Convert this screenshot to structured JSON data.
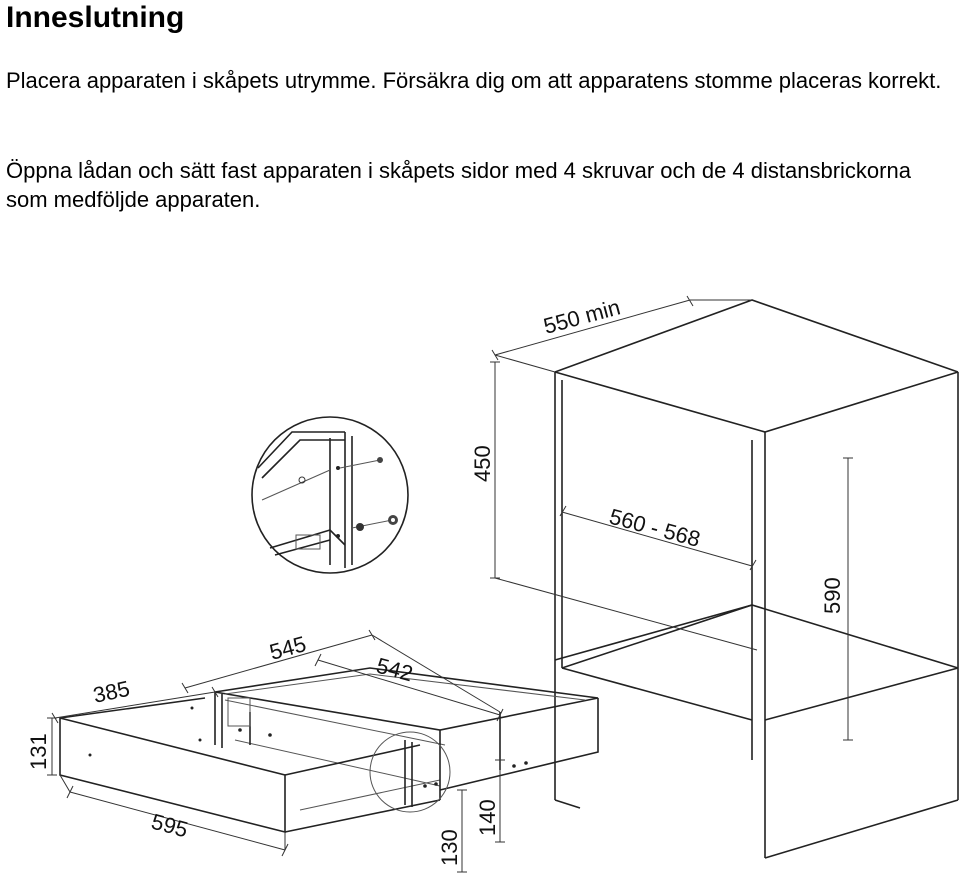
{
  "title": "Inneslutning",
  "paragraphs": [
    "Placera apparaten i skåpets utrymme. Försäkra dig om att apparatens stomme placeras korrekt.",
    "Öppna lådan och sätt fast apparaten i skåpets sidor med 4 skruvar och de 4 distansbrickorna som medföljde apparaten."
  ],
  "dimensions": {
    "cabinet_depth": "550 min",
    "cabinet_height_top": "450",
    "cabinet_width": "560 - 568",
    "cabinet_height": "590",
    "appliance_depth": "545",
    "appliance_inner_depth": "542",
    "front_depth": "385",
    "front_height": "131",
    "front_width": "595",
    "body_height_130": "130",
    "body_height_140": "140"
  }
}
